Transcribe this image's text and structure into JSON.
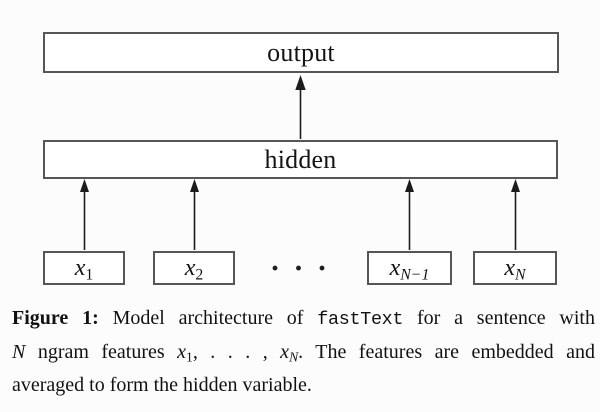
{
  "colors": {
    "background": "#fcfcfc",
    "box_fill": "#ffffff",
    "box_border": "#565656",
    "arrow": "#1c1c1c",
    "text": "#141414"
  },
  "diagram": {
    "output_label": "output",
    "hidden_label": "hidden",
    "ellipsis": "· · ·",
    "inputs": [
      {
        "base": "x",
        "sub": "1"
      },
      {
        "base": "x",
        "sub": "2"
      },
      {
        "base": "x",
        "sub": "N−1"
      },
      {
        "base": "x",
        "sub": "N"
      }
    ]
  },
  "caption": {
    "line1": {
      "label": "Figure 1:",
      "text_a": " Model architecture of ",
      "code": "fastText",
      "text_b": " for a sentence with"
    },
    "line2": {
      "var_n": "N",
      "text_a": " ngram features ",
      "x1_base": "x",
      "x1_sub": "1",
      "dots": ", . . . , ",
      "xn_base": "x",
      "xn_sub": "N",
      "text_b": ". The features are embedded and"
    },
    "line3": {
      "text": "averaged to form the hidden variable."
    }
  }
}
